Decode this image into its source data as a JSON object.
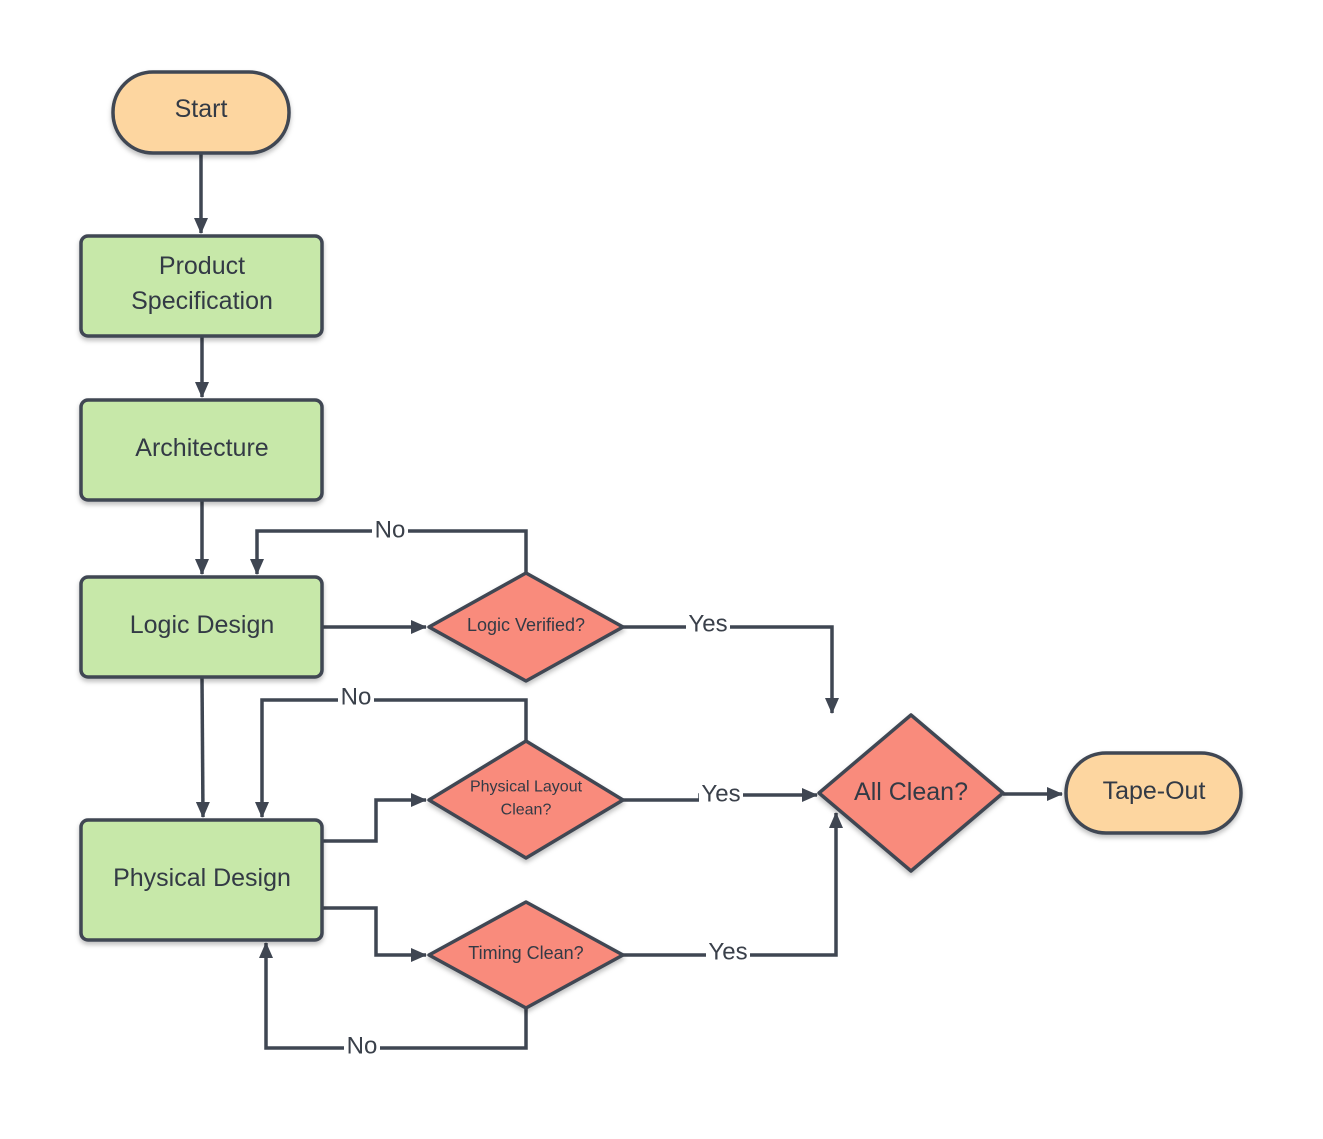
{
  "colors": {
    "terminal_fill": "#fdd6a0",
    "process_fill": "#c7e8a9",
    "decision_fill": "#f98b7c",
    "stroke": "#3f4652",
    "text": "#333a45"
  },
  "nodes": {
    "start": "Start",
    "product_spec_line1": "Product",
    "product_spec_line2": "Specification",
    "architecture": "Architecture",
    "logic_design": "Logic Design",
    "logic_verified": "Logic Verified?",
    "physical_layout_line1": "Physical Layout",
    "physical_layout_line2": "Clean?",
    "timing_clean": "Timing Clean?",
    "physical_design": "Physical Design",
    "all_clean": "All Clean?",
    "tape_out": "Tape-Out"
  },
  "edge_labels": {
    "logic_no": "No",
    "logic_yes": "Yes",
    "layout_no": "No",
    "layout_yes": "Yes",
    "timing_yes": "Yes",
    "timing_no": "No"
  }
}
